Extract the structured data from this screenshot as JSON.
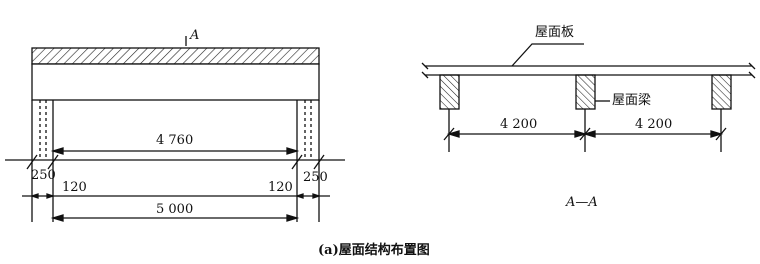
{
  "left_view": {
    "section_marker": "A",
    "dim_clear_span": "4 760",
    "dim_total_span": "5 000",
    "dim_wall_left": "250",
    "dim_wall_right": "250",
    "dim_bearing_left": "120",
    "dim_bearing_right": "120"
  },
  "right_view": {
    "slab_label": "屋面板",
    "beam_label": "屋面梁",
    "dim_span_left": "4 200",
    "dim_span_right": "4 200",
    "section_title": "A—A"
  },
  "caption": "(a)屋面结构布置图"
}
